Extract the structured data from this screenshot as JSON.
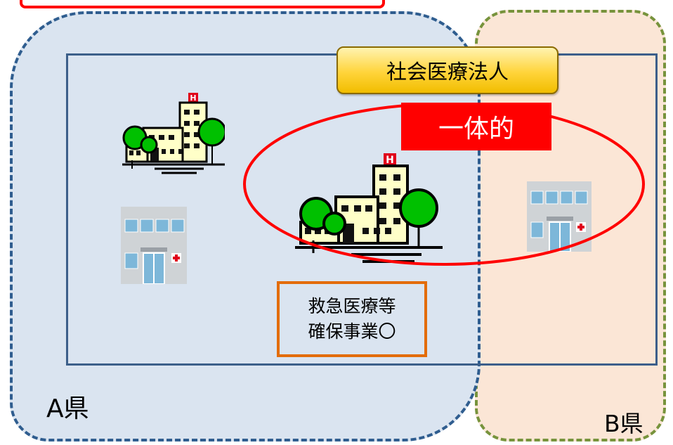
{
  "corporation": {
    "label": "社会医療法人"
  },
  "integrated_badge": {
    "label": "一体的"
  },
  "emergency_box": {
    "line1": "救急医療等",
    "line2": "確保事業〇"
  },
  "regions": {
    "a_label": "A県",
    "b_label": "B県"
  },
  "icons": {
    "hospital": "hospital-building-with-trees-icon",
    "clinic": "clinic-building-icon"
  },
  "colors": {
    "region_a_fill": "#dae4f0",
    "region_a_border": "#2f5d8f",
    "region_b_fill": "#fbe6d6",
    "region_b_border": "#77933c",
    "corp_border": "#3c5f8a",
    "label_fill": "#ffd43a",
    "highlight_red": "#ff0000",
    "emergency_border": "#e36c09"
  }
}
